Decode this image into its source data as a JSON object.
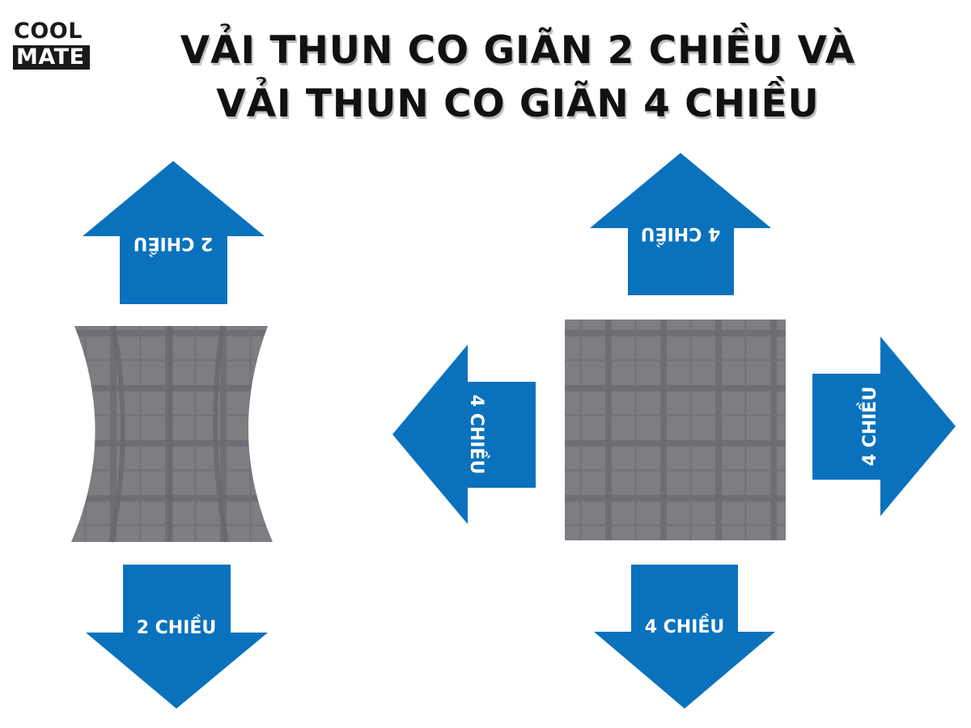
{
  "logo": {
    "line1": "COOL",
    "line2": "MATE"
  },
  "title": {
    "line1": "VẢI THUN CO GIÃN 2 CHIỀU VÀ",
    "line2": "VẢI THUN CO GIÃN 4 CHIỀU"
  },
  "left_panel": {
    "arrow_up_label": "2 CHIỀU",
    "arrow_down_label": "2 CHIỀU"
  },
  "right_panel": {
    "arrow_up_label": "4 CHIỀU",
    "arrow_down_label": "4 CHIỀU",
    "arrow_left_label": "4 CHIỀU",
    "arrow_right_label": "4 CHIỀU"
  },
  "colors": {
    "arrow": "#0a72bd",
    "fabric": "#7b7c80",
    "fabric_line": "#65666b",
    "title": "#111111"
  }
}
